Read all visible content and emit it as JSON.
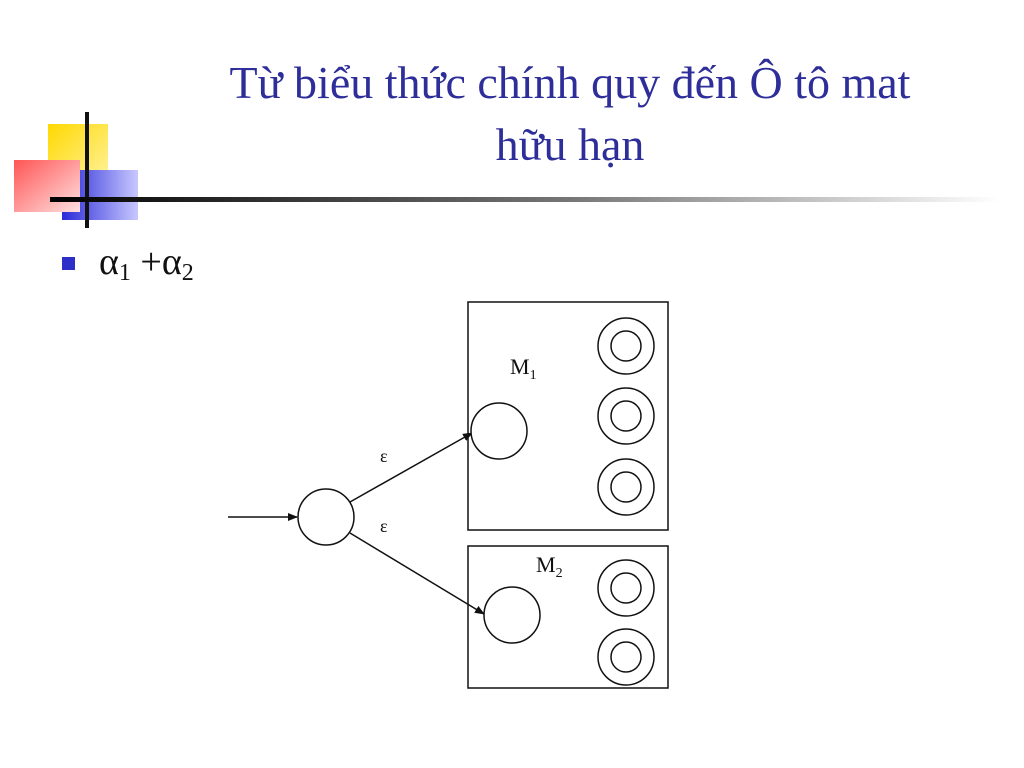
{
  "slide": {
    "title_line1": "Từ biểu thức chính quy đến Ô tô mat",
    "title_line2": "hữu hạn",
    "accent_color": "#2e2e9a",
    "bullet_color": "#2e2ec8"
  },
  "bullet": {
    "alpha1_symbol": "α",
    "alpha1_sub": "1",
    "plus": "+",
    "alpha2_symbol": "α",
    "alpha2_sub": "2"
  },
  "diagram": {
    "edge_upper_label": "ε",
    "edge_lower_label": "ε",
    "machine1_label": "M",
    "machine1_sub": "1",
    "machine2_label": "M",
    "machine2_sub": "2"
  }
}
